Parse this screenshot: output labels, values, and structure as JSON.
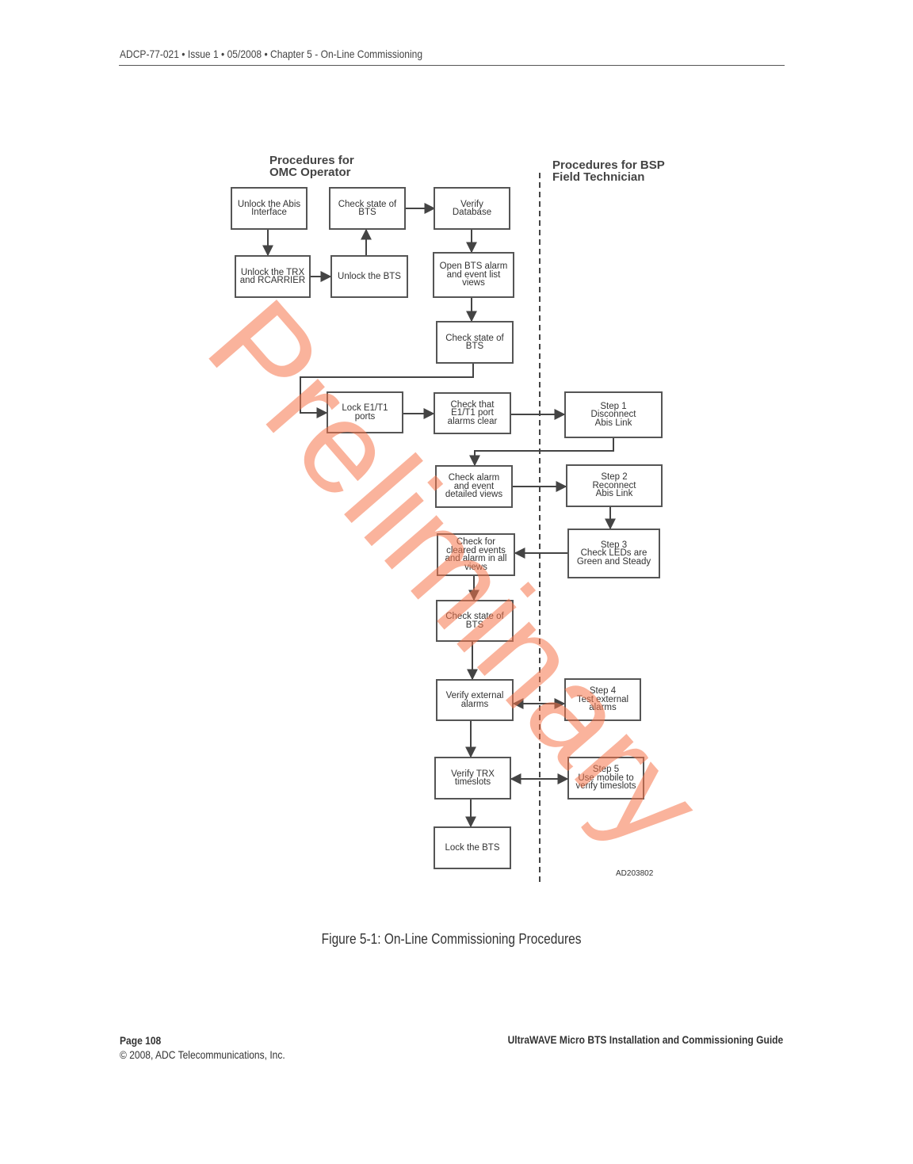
{
  "header": {
    "text": "ADCP-77-021 • Issue 1 • 05/2008 • Chapter 5 - On-Line Commissioning"
  },
  "diagram": {
    "heading_omc": "Procedures for\nOMC Operator",
    "heading_bsp": "Procedures for BSP\nField Technician",
    "boxes": {
      "unlock_abis": "Unlock the Abis\nInterface",
      "check_state_1": "Check state of\nBTS",
      "verify_database": "Verify\nDatabase",
      "unlock_trx": "Unlock the TRX\nand RCARRIER",
      "unlock_bts": "Unlock the BTS",
      "open_alarm_views": "Open BTS alarm\nand event list\nviews",
      "check_state_2": "Check state of\nBTS",
      "lock_ports": "Lock E1/T1\nports",
      "check_port_alarms": "Check that\nE1/T1 port\nalarms clear",
      "step1": "Step 1\nDisconnect\nAbis Link",
      "check_detailed_views": "Check alarm\nand event\ndetailed views",
      "step2": "Step 2\nReconnect\nAbis Link",
      "check_cleared": "Check for\ncleared events\nand alarm in all\nviews",
      "step3": "Step 3\nCheck LEDs are\nGreen and Steady",
      "check_state_3": "Check state of\nBTS",
      "verify_external": "Verify external\nalarms",
      "step4": "Step 4\nTest external\nalarms",
      "verify_trx": "Verify TRX\ntimeslots",
      "step5": "Step 5\nUse mobile to\nverify timeslots",
      "lock_bts": "Lock the BTS"
    },
    "figure_code": "AD203802",
    "watermark": "Preliminary"
  },
  "caption": "Figure 5-1: On-Line Commissioning Procedures",
  "footer": {
    "page": "Page 108",
    "copyright": "© 2008, ADC Telecommunications, Inc.",
    "guide_title": "UltraWAVE Micro BTS Installation and Commissioning Guide"
  },
  "colors": {
    "line": "#444444",
    "watermark": "#f6744a"
  }
}
